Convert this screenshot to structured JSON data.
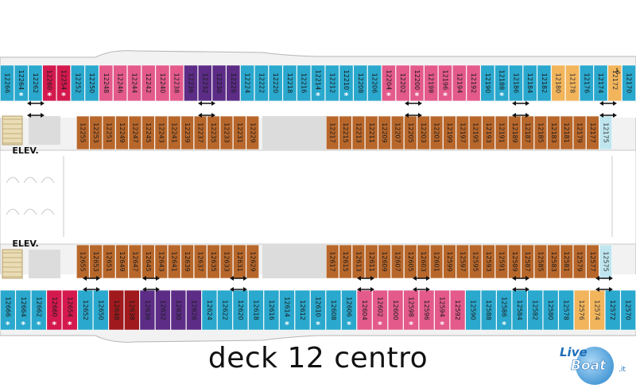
{
  "title": "deck 12 centro",
  "elevator_label": "ELEV.",
  "logo": {
    "line1": "Live",
    "line2": "Boat",
    "suffix": ".it"
  },
  "colors": {
    "blue": "#2aa8cd",
    "pink": "#e35a8b",
    "red": "#d4194e",
    "purple": "#5c2c86",
    "orange": "#f2b55c",
    "lightblue": "#bfe6ef",
    "inside": "#b8672b",
    "darkred": "#a01a1d",
    "corridor": "#ffffff",
    "hull": "#e8e8e8",
    "service": "#dcdcdc",
    "stair": "#eadcb5"
  },
  "legend_marks": {
    "star": "*",
    "accessible": "♿",
    "arrow": "↔"
  },
  "top_outside": [
    {
      "n": "12266",
      "c": "blue"
    },
    {
      "n": "12264",
      "c": "blue",
      "star": true
    },
    {
      "n": "12262",
      "c": "blue"
    },
    {
      "n": "12260",
      "c": "red",
      "star": true
    },
    {
      "n": "12254",
      "c": "red",
      "star": true
    },
    {
      "n": "12252",
      "c": "blue"
    },
    {
      "n": "12250",
      "c": "blue"
    },
    {
      "n": "12248",
      "c": "pink"
    },
    {
      "n": "12246",
      "c": "pink"
    },
    {
      "n": "12244",
      "c": "pink"
    },
    {
      "n": "12242",
      "c": "pink"
    },
    {
      "n": "12240",
      "c": "pink"
    },
    {
      "n": "12238",
      "c": "pink"
    },
    {
      "n": "12236",
      "c": "purple"
    },
    {
      "n": "12232",
      "c": "purple"
    },
    {
      "n": "12230",
      "c": "purple"
    },
    {
      "n": "12226",
      "c": "purple"
    },
    {
      "n": "12224",
      "c": "blue"
    },
    {
      "n": "12222",
      "c": "blue"
    },
    {
      "n": "12220",
      "c": "blue"
    },
    {
      "n": "12218",
      "c": "blue"
    },
    {
      "n": "12216",
      "c": "blue"
    },
    {
      "n": "12214",
      "c": "blue",
      "star": true
    },
    {
      "n": "12212",
      "c": "blue"
    },
    {
      "n": "12210",
      "c": "blue",
      "star": true
    },
    {
      "n": "12208",
      "c": "blue"
    },
    {
      "n": "12206",
      "c": "blue"
    },
    {
      "n": "12204",
      "c": "pink",
      "star": true
    },
    {
      "n": "12202",
      "c": "pink"
    },
    {
      "n": "12200",
      "c": "pink",
      "star": true
    },
    {
      "n": "12198",
      "c": "pink"
    },
    {
      "n": "12196",
      "c": "pink",
      "star": true
    },
    {
      "n": "12194",
      "c": "pink"
    },
    {
      "n": "12192",
      "c": "pink"
    },
    {
      "n": "12190",
      "c": "blue"
    },
    {
      "n": "12188",
      "c": "blue",
      "star": true
    },
    {
      "n": "12186",
      "c": "blue"
    },
    {
      "n": "12184",
      "c": "blue"
    },
    {
      "n": "12182",
      "c": "blue"
    },
    {
      "n": "12180",
      "c": "orange"
    },
    {
      "n": "12178",
      "c": "orange"
    },
    {
      "n": "12176",
      "c": "blue"
    },
    {
      "n": "12174",
      "c": "blue"
    },
    {
      "n": "12172",
      "c": "orange",
      "acc": true
    },
    {
      "n": "12170",
      "c": "blue"
    }
  ],
  "top_inside": [
    {
      "n": "12255"
    },
    {
      "n": "12253"
    },
    {
      "n": "12251"
    },
    {
      "n": "12249"
    },
    {
      "n": "12247"
    },
    {
      "n": "12245"
    },
    {
      "n": "12243"
    },
    {
      "n": "12241"
    },
    {
      "n": "12239"
    },
    {
      "n": "12237"
    },
    {
      "n": "12235"
    },
    {
      "n": "12233"
    },
    {
      "n": "12231"
    },
    {
      "n": "12229"
    },
    {
      "n": "12217"
    },
    {
      "n": "12215"
    },
    {
      "n": "12213"
    },
    {
      "n": "12211"
    },
    {
      "n": "12209"
    },
    {
      "n": "12207"
    },
    {
      "n": "12205"
    },
    {
      "n": "12203"
    },
    {
      "n": "12201"
    },
    {
      "n": "12199"
    },
    {
      "n": "12197"
    },
    {
      "n": "12195"
    },
    {
      "n": "12193"
    },
    {
      "n": "12191"
    },
    {
      "n": "12189"
    },
    {
      "n": "12187"
    },
    {
      "n": "12185"
    },
    {
      "n": "12183"
    },
    {
      "n": "12181"
    },
    {
      "n": "12179"
    },
    {
      "n": "12177"
    },
    {
      "n": "12175",
      "c": "lightblue"
    }
  ],
  "bottom_inside": [
    {
      "n": "12655"
    },
    {
      "n": "12653"
    },
    {
      "n": "12651"
    },
    {
      "n": "12649"
    },
    {
      "n": "12647"
    },
    {
      "n": "12645"
    },
    {
      "n": "12643"
    },
    {
      "n": "12641"
    },
    {
      "n": "12639"
    },
    {
      "n": "12637"
    },
    {
      "n": "12635"
    },
    {
      "n": "12633"
    },
    {
      "n": "12631"
    },
    {
      "n": "12629"
    },
    {
      "n": "12617"
    },
    {
      "n": "12615"
    },
    {
      "n": "12613"
    },
    {
      "n": "12611"
    },
    {
      "n": "12609"
    },
    {
      "n": "12607"
    },
    {
      "n": "12605"
    },
    {
      "n": "12603"
    },
    {
      "n": "12601"
    },
    {
      "n": "12599"
    },
    {
      "n": "12597"
    },
    {
      "n": "12595"
    },
    {
      "n": "12593"
    },
    {
      "n": "12591"
    },
    {
      "n": "12589"
    },
    {
      "n": "12587"
    },
    {
      "n": "12585"
    },
    {
      "n": "12583"
    },
    {
      "n": "12581"
    },
    {
      "n": "12579"
    },
    {
      "n": "12577"
    },
    {
      "n": "12575",
      "c": "lightblue"
    }
  ],
  "bottom_outside": [
    {
      "n": "12666",
      "c": "blue",
      "star": true
    },
    {
      "n": "12664",
      "c": "blue",
      "star": true
    },
    {
      "n": "12662",
      "c": "blue",
      "star": true
    },
    {
      "n": "12660",
      "c": "red",
      "star": true
    },
    {
      "n": "12654",
      "c": "red",
      "star": true
    },
    {
      "n": "12652",
      "c": "blue"
    },
    {
      "n": "12650",
      "c": "blue"
    },
    {
      "n": "12648",
      "c": "darkred"
    },
    {
      "n": "12638",
      "c": "darkred"
    },
    {
      "n": "12636",
      "c": "purple"
    },
    {
      "n": "12632",
      "c": "purple"
    },
    {
      "n": "12630",
      "c": "purple"
    },
    {
      "n": "12626",
      "c": "purple"
    },
    {
      "n": "12624",
      "c": "blue"
    },
    {
      "n": "12622",
      "c": "blue"
    },
    {
      "n": "12620",
      "c": "blue"
    },
    {
      "n": "12618",
      "c": "blue"
    },
    {
      "n": "12616",
      "c": "blue"
    },
    {
      "n": "12614",
      "c": "blue",
      "star": true
    },
    {
      "n": "12612",
      "c": "blue"
    },
    {
      "n": "12610",
      "c": "blue",
      "star": true
    },
    {
      "n": "12608",
      "c": "blue"
    },
    {
      "n": "12606",
      "c": "blue",
      "star": true
    },
    {
      "n": "12604",
      "c": "pink"
    },
    {
      "n": "12602",
      "c": "pink",
      "star": true
    },
    {
      "n": "12600",
      "c": "pink"
    },
    {
      "n": "12598",
      "c": "pink",
      "star": true
    },
    {
      "n": "12596",
      "c": "pink"
    },
    {
      "n": "12594",
      "c": "pink",
      "star": true
    },
    {
      "n": "12592",
      "c": "pink"
    },
    {
      "n": "12590",
      "c": "blue"
    },
    {
      "n": "12588",
      "c": "blue"
    },
    {
      "n": "12586",
      "c": "blue",
      "star": true
    },
    {
      "n": "12584",
      "c": "blue"
    },
    {
      "n": "12582",
      "c": "blue"
    },
    {
      "n": "12580",
      "c": "blue"
    },
    {
      "n": "12578",
      "c": "blue"
    },
    {
      "n": "12576",
      "c": "orange"
    },
    {
      "n": "12574",
      "c": "orange"
    },
    {
      "n": "12572",
      "c": "blue"
    },
    {
      "n": "12570",
      "c": "blue"
    }
  ]
}
